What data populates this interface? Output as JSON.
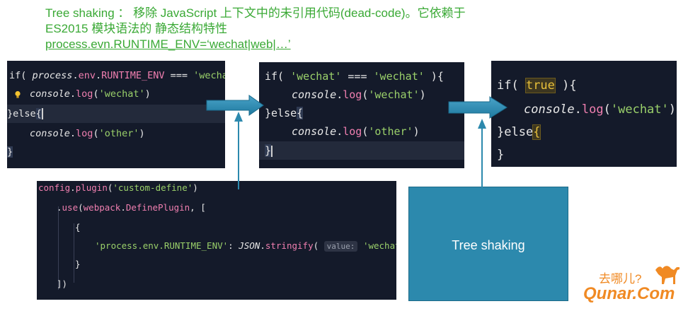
{
  "title": {
    "line1": "Tree shaking ： 移除 JavaScript 上下文中的未引用代码(dead-code)。它依赖于",
    "line2": "ES2015 模块语法的 静态结构特性",
    "line3": "process.evn.RUNTIME_ENV=‘wechat|web|…’"
  },
  "panel1": {
    "l1_if": "if(",
    "l1_process": "process",
    "l1_dot1": ".",
    "l1_env": "env",
    "l1_dot2": ".",
    "l1_runtime": "RUNTIME_ENV",
    "l1_eq": " === ",
    "l1_str": "'wechat'",
    "l1_end": " ){",
    "l2_console": "console",
    "l2_dot": ".",
    "l2_log": "log",
    "l2_open": "(",
    "l2_str": "'wechat'",
    "l2_close": ")",
    "l3_close": "}",
    "l3_else": "else",
    "l3_brace": "{",
    "l4_console": "console",
    "l4_dot": ".",
    "l4_log": "log",
    "l4_open": "(",
    "l4_str": "'other'",
    "l4_close": ")",
    "l5_brace": "}"
  },
  "panel2": {
    "l1_if": "if( ",
    "l1_str1": "'wechat'",
    "l1_eq": " === ",
    "l1_str2": "'wechat'",
    "l1_end": " ){",
    "l2_console": "console",
    "l2_dot": ".",
    "l2_log": "log",
    "l2_open": "(",
    "l2_str": "'wechat'",
    "l2_close": ")",
    "l3_close": "}",
    "l3_else": "else",
    "l3_brace": "{",
    "l4_console": "console",
    "l4_dot": ".",
    "l4_log": "log",
    "l4_open": "(",
    "l4_str": "'other'",
    "l4_close": ")",
    "l5_brace": "}"
  },
  "panel3": {
    "l1_if": "if( ",
    "l1_true": "true",
    "l1_end": " ){",
    "l2_console": "console",
    "l2_dot": ".",
    "l2_log": "log",
    "l2_open": "(",
    "l2_str": "'wechat'",
    "l2_close": ")",
    "l3_close": "}",
    "l3_else": "else",
    "l3_brace": "{",
    "l4_brace": "}"
  },
  "config": {
    "l1_config": "config",
    "l1_dot": ".",
    "l1_plugin": "plugin",
    "l1_open": "(",
    "l1_str": "'custom-define'",
    "l1_close": ")",
    "l2_dot": ".",
    "l2_use": "use",
    "l2_open": "(",
    "l2_webpack": "webpack",
    "l2_dot2": ".",
    "l2_define": "DefinePlugin",
    "l2_rest": ", [",
    "l3_brace": "{",
    "l4_key": "'process.env.RUNTIME_ENV'",
    "l4_colon": ": ",
    "l4_json": "JSON",
    "l4_dot": ".",
    "l4_stringify": "stringify",
    "l4_open": "(",
    "l4_hint": "value:",
    "l4_str": "'wechat'",
    "l4_close": ")",
    "l5_brace": "}",
    "l6_close": "])"
  },
  "blue_box": {
    "label": "Tree shaking"
  },
  "logo": {
    "cn": "去哪儿?",
    "en": "Qunar.Com"
  },
  "colors": {
    "title_green": "#3aa935",
    "editor_bg": "#141a2a",
    "arrow_blue": "#2c89ad",
    "logo_orange": "#f08a24"
  }
}
